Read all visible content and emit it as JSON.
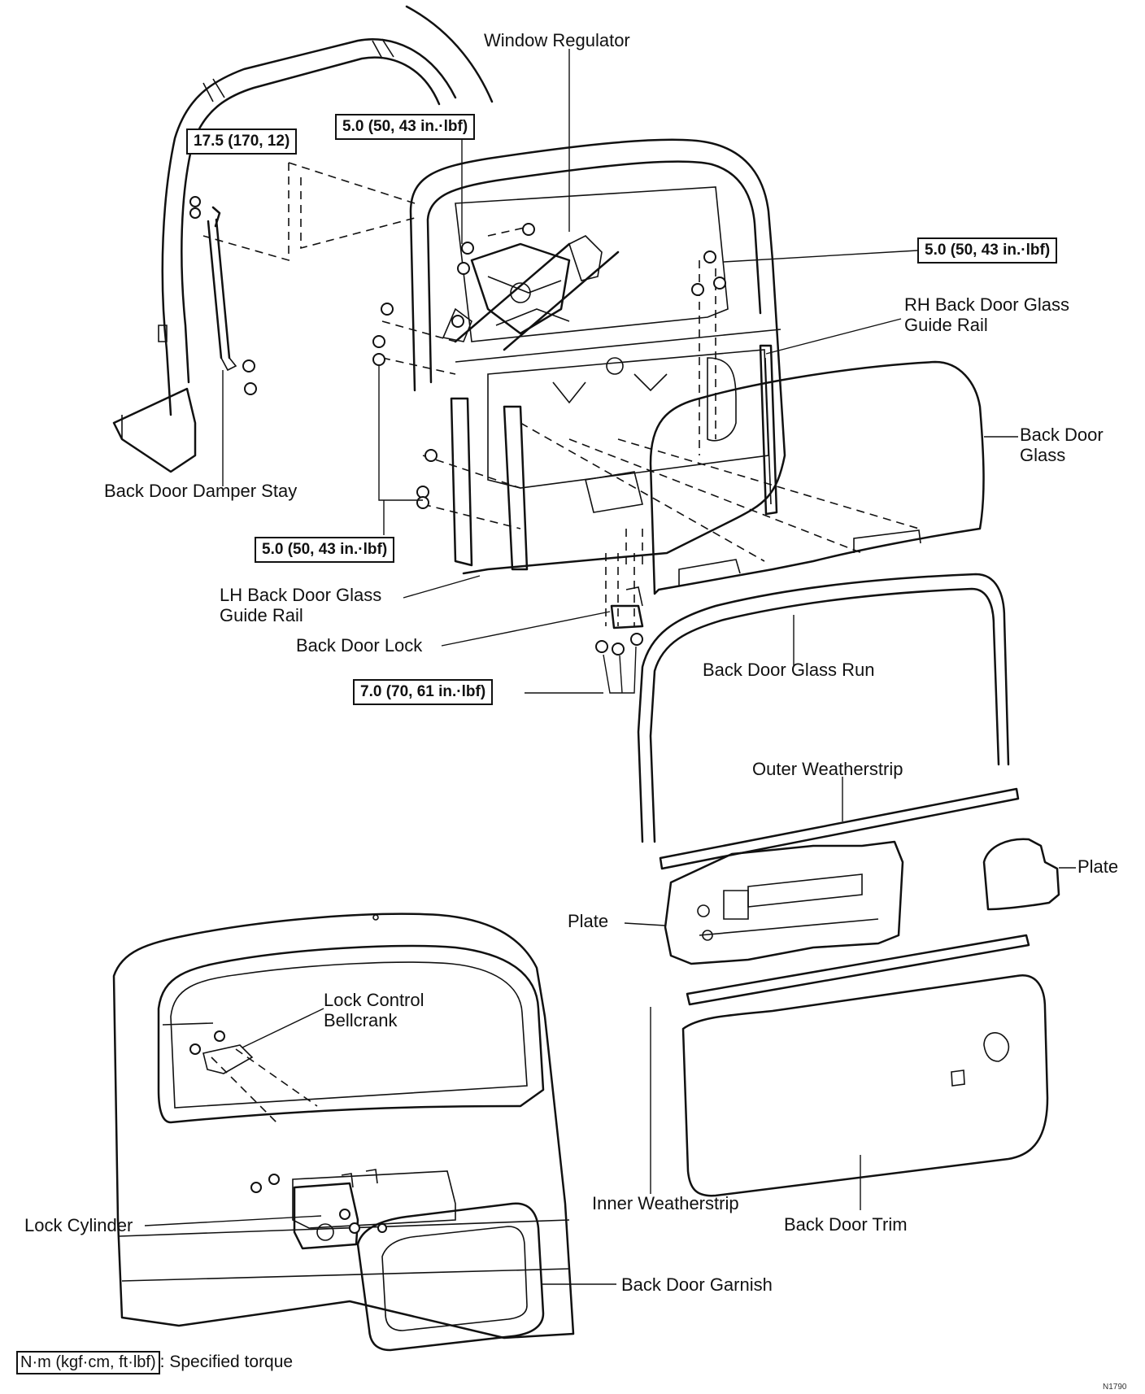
{
  "labels": {
    "window_regulator": "Window Regulator",
    "rh_guide_rail_1": "RH Back Door Glass",
    "rh_guide_rail_2": "Guide Rail",
    "back_door_glass_1": "Back Door",
    "back_door_glass_2": "Glass",
    "back_door_damper_stay": "Back Door Damper Stay",
    "lh_guide_rail_1": "LH Back Door Glass",
    "lh_guide_rail_2": "Guide Rail",
    "back_door_lock": "Back Door Lock",
    "back_door_glass_run": "Back Door Glass Run",
    "outer_weatherstrip": "Outer Weatherstrip",
    "plate_right": "Plate",
    "plate_left": "Plate",
    "lock_control_bellcrank_1": "Lock Control",
    "lock_control_bellcrank_2": "Bellcrank",
    "inner_weatherstrip": "Inner Weatherstrip",
    "back_door_trim": "Back Door Trim",
    "lock_cylinder": "Lock Cylinder",
    "back_door_garnish": "Back Door Garnish"
  },
  "torque_specs": {
    "damper_stay": "17.5 (170, 12)",
    "regulator_upper": "5.0 (50, 43 in.·lbf)",
    "right_bolts": "5.0 (50, 43 in.·lbf)",
    "left_bolts": "5.0 (50, 43 in.·lbf)",
    "door_lock": "7.0 (70, 61 in.·lbf)"
  },
  "legend": {
    "unit": "N·m (kgf·cm, ft·lbf)",
    "text": ": Specified torque"
  },
  "figure_ref": "N1790"
}
